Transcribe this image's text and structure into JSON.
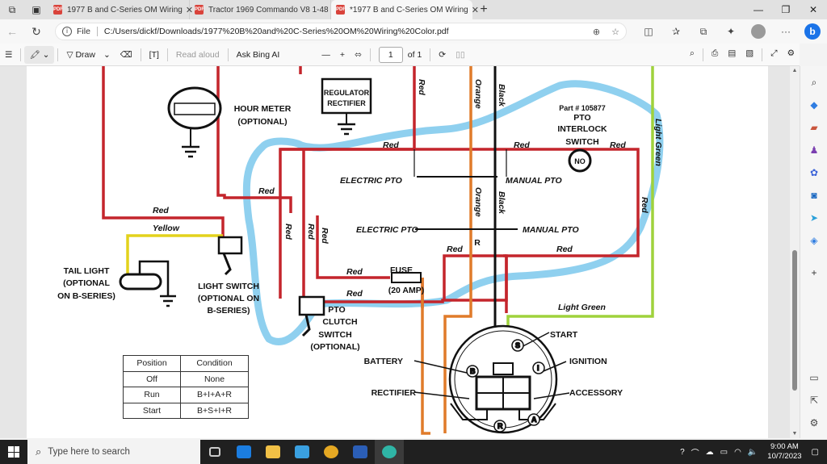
{
  "browser": {
    "tabs": [
      {
        "title": "1977 B and C-Series OM Wiring",
        "active": false
      },
      {
        "title": "Tractor 1969 Commando V8 1-48",
        "active": false
      },
      {
        "title": "*1977 B and C-Series OM Wiring",
        "active": true
      }
    ],
    "address": {
      "label": "File",
      "url": "C:/Users/dickf/Downloads/1977%20B%20and%20C-Series%20OM%20Wiring%20Color.pdf"
    }
  },
  "pdf_toolbar": {
    "draw_label": "Draw",
    "read_aloud_label": "Read aloud",
    "ask_ai_label": "Ask Bing AI",
    "page_number": "1",
    "page_total": "of 1"
  },
  "diagram": {
    "labels": {
      "hour_meter": "HOUR METER",
      "hour_meter_opt": "(OPTIONAL)",
      "regulator": "REGULATOR",
      "rectifier_box": "RECTIFIER",
      "part_no": "Part # 105877",
      "pto": "PTO",
      "interlock": "INTERLOCK",
      "switch": "SWITCH",
      "no": "NO",
      "tail_light": "TAIL LIGHT",
      "tail_opt": "(OPTIONAL",
      "tail_bseries": "ON B-SERIES)",
      "light_switch": "LIGHT SWITCH",
      "light_opt": "(OPTIONAL ON",
      "light_bseries": "B-SERIES)",
      "pto_clutch_1": "PTO",
      "pto_clutch_2": "CLUTCH",
      "pto_clutch_3": "SWITCH",
      "pto_clutch_4": "(OPTIONAL)",
      "electric_pto": "ELECTRIC PTO",
      "manual_pto": "MANUAL PTO",
      "fuse": "FUSE",
      "fuse_amp": "(20 AMP)",
      "battery": "BATTERY",
      "rectifier": "RECTIFIER",
      "start": "START",
      "ignition": "IGNITION",
      "accessory": "ACCESSORY",
      "r_letter": "R"
    },
    "wire_labels": {
      "red": "Red",
      "yellow": "Yellow",
      "orange": "Orange",
      "black": "Black",
      "light_green": "Light Green"
    },
    "terminals": {
      "s": "S",
      "i": "I",
      "b": "B",
      "r": "R",
      "a": "A"
    },
    "colors": {
      "red": "#c4252c",
      "orange": "#e07b2a",
      "yellow": "#e3d21c",
      "black": "#111111",
      "light_green": "#9fd23c",
      "highlight": "#8fd0ef"
    }
  },
  "condition_table": {
    "headers": [
      "Position",
      "Condition"
    ],
    "rows": [
      [
        "Off",
        "None"
      ],
      [
        "Run",
        "B+I+A+R"
      ],
      [
        "Start",
        "B+S+I+R"
      ]
    ]
  },
  "taskbar": {
    "search_placeholder": "Type here to search",
    "time": "9:00 AM",
    "date": "10/7/2023"
  }
}
